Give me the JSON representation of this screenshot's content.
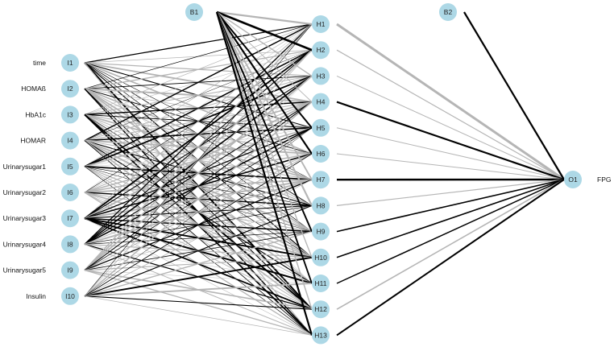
{
  "network": {
    "input_labels": [
      "time",
      "HOMAß",
      "HbA1c",
      "HOMAR",
      "Urinarysugar1",
      "Urinarysugar2",
      "Urinarysugar3",
      "Urinarysugar4",
      "Urinarysugar5",
      "Insulin"
    ],
    "output_label": "FPG",
    "inputs": [
      "I1",
      "I2",
      "I3",
      "I4",
      "I5",
      "I6",
      "I7",
      "I8",
      "I9",
      "I10"
    ],
    "hidden": [
      "H1",
      "H2",
      "H3",
      "H4",
      "H5",
      "H6",
      "H7",
      "H8",
      "H9",
      "H10",
      "H11",
      "H12",
      "H13"
    ],
    "bias_hidden": "B1",
    "bias_output": "B2",
    "output": "O1"
  },
  "colors": {
    "node_fill": "#add8e6",
    "positive_weight": "#000000",
    "negative_weight": "#b5b5b5",
    "background": "#ffffff"
  }
}
